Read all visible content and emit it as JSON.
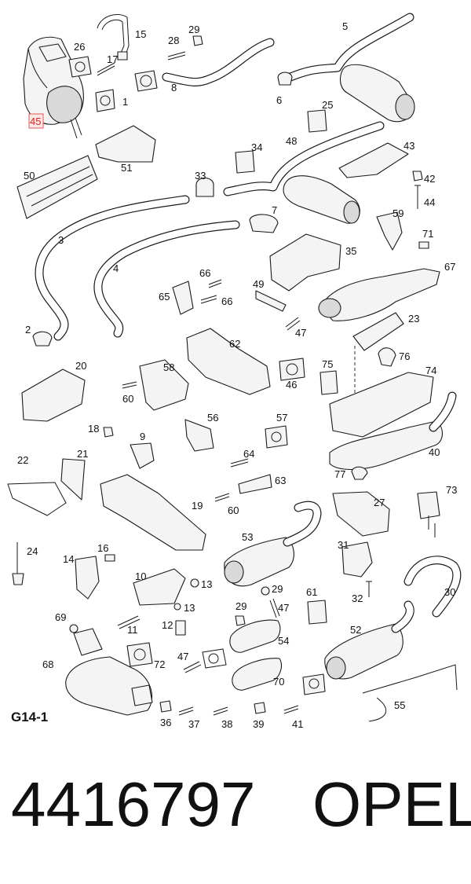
{
  "diagram": {
    "group_code": "G14-1",
    "highlighted_callout": "45",
    "callouts": [
      {
        "id": "c15",
        "label": "15"
      },
      {
        "id": "c29a",
        "label": "29"
      },
      {
        "id": "c5",
        "label": "5"
      },
      {
        "id": "c26",
        "label": "26"
      },
      {
        "id": "c28",
        "label": "28"
      },
      {
        "id": "c17",
        "label": "17"
      },
      {
        "id": "c8",
        "label": "8"
      },
      {
        "id": "c1",
        "label": "1"
      },
      {
        "id": "c6",
        "label": "6"
      },
      {
        "id": "c25",
        "label": "25"
      },
      {
        "id": "c45",
        "label": "45"
      },
      {
        "id": "c51",
        "label": "51"
      },
      {
        "id": "c48",
        "label": "48"
      },
      {
        "id": "c34",
        "label": "34"
      },
      {
        "id": "c43",
        "label": "43"
      },
      {
        "id": "c50",
        "label": "50"
      },
      {
        "id": "c33",
        "label": "33"
      },
      {
        "id": "c42",
        "label": "42"
      },
      {
        "id": "c44",
        "label": "44"
      },
      {
        "id": "c7",
        "label": "7"
      },
      {
        "id": "c59",
        "label": "59"
      },
      {
        "id": "c3",
        "label": "3"
      },
      {
        "id": "c71",
        "label": "71"
      },
      {
        "id": "c35",
        "label": "35"
      },
      {
        "id": "c4",
        "label": "4"
      },
      {
        "id": "c67",
        "label": "67"
      },
      {
        "id": "c66a",
        "label": "66"
      },
      {
        "id": "c65",
        "label": "65"
      },
      {
        "id": "c66b",
        "label": "66"
      },
      {
        "id": "c49",
        "label": "49"
      },
      {
        "id": "c2",
        "label": "2"
      },
      {
        "id": "c47a",
        "label": "47"
      },
      {
        "id": "c23",
        "label": "23"
      },
      {
        "id": "c62",
        "label": "62"
      },
      {
        "id": "c76",
        "label": "76"
      },
      {
        "id": "c20",
        "label": "20"
      },
      {
        "id": "c58",
        "label": "58"
      },
      {
        "id": "c46",
        "label": "46"
      },
      {
        "id": "c75",
        "label": "75"
      },
      {
        "id": "c74",
        "label": "74"
      },
      {
        "id": "c60a",
        "label": "60"
      },
      {
        "id": "c56",
        "label": "56"
      },
      {
        "id": "c57",
        "label": "57"
      },
      {
        "id": "c18",
        "label": "18"
      },
      {
        "id": "c9",
        "label": "9"
      },
      {
        "id": "c40",
        "label": "40"
      },
      {
        "id": "c22",
        "label": "22"
      },
      {
        "id": "c21",
        "label": "21"
      },
      {
        "id": "c64",
        "label": "64"
      },
      {
        "id": "c77",
        "label": "77"
      },
      {
        "id": "c63",
        "label": "63"
      },
      {
        "id": "c73",
        "label": "73"
      },
      {
        "id": "c19",
        "label": "19"
      },
      {
        "id": "c60b",
        "label": "60"
      },
      {
        "id": "c27",
        "label": "27"
      },
      {
        "id": "c24",
        "label": "24"
      },
      {
        "id": "c53",
        "label": "53"
      },
      {
        "id": "c31",
        "label": "31"
      },
      {
        "id": "c16",
        "label": "16"
      },
      {
        "id": "c14",
        "label": "14"
      },
      {
        "id": "c10",
        "label": "10"
      },
      {
        "id": "c13a",
        "label": "13"
      },
      {
        "id": "c30",
        "label": "30"
      },
      {
        "id": "c29b",
        "label": "29"
      },
      {
        "id": "c61",
        "label": "61"
      },
      {
        "id": "c32",
        "label": "32"
      },
      {
        "id": "c29c",
        "label": "29"
      },
      {
        "id": "c47b",
        "label": "47"
      },
      {
        "id": "c13b",
        "label": "13"
      },
      {
        "id": "c69",
        "label": "69"
      },
      {
        "id": "c11",
        "label": "11"
      },
      {
        "id": "c12",
        "label": "12"
      },
      {
        "id": "c52",
        "label": "52"
      },
      {
        "id": "c54",
        "label": "54"
      },
      {
        "id": "c68",
        "label": "68"
      },
      {
        "id": "c72",
        "label": "72"
      },
      {
        "id": "c47c",
        "label": "47"
      },
      {
        "id": "c70",
        "label": "70"
      },
      {
        "id": "c55",
        "label": "55"
      },
      {
        "id": "c36",
        "label": "36"
      },
      {
        "id": "c37",
        "label": "37"
      },
      {
        "id": "c38",
        "label": "38"
      },
      {
        "id": "c39",
        "label": "39"
      },
      {
        "id": "c41",
        "label": "41"
      }
    ]
  },
  "footer": {
    "part_number": "4416797",
    "brand": "OPEL"
  }
}
